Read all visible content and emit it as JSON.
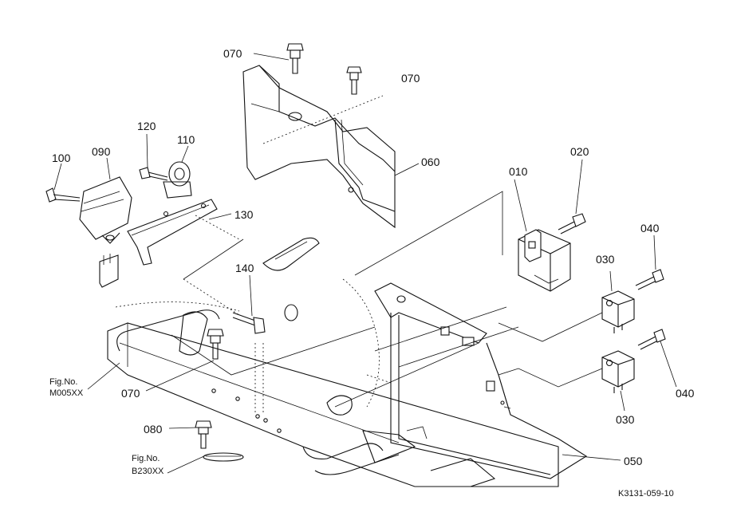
{
  "diagram": {
    "part_labels": {
      "p070a": "070",
      "p070b": "070",
      "p070c": "070",
      "p060": "060",
      "p120": "120",
      "p110": "110",
      "p100": "100",
      "p090": "090",
      "p130": "130",
      "p140": "140",
      "p010": "010",
      "p020": "020",
      "p040a": "040",
      "p040b": "040",
      "p030a": "030",
      "p030b": "030",
      "p050": "050",
      "p080": "080"
    },
    "references": {
      "fig1_line1": "Fig.No.",
      "fig1_line2": "M005XX",
      "fig2_line1": "Fig.No.",
      "fig2_line2": "B230XX"
    },
    "drawing_code": "K3131-059-10"
  }
}
